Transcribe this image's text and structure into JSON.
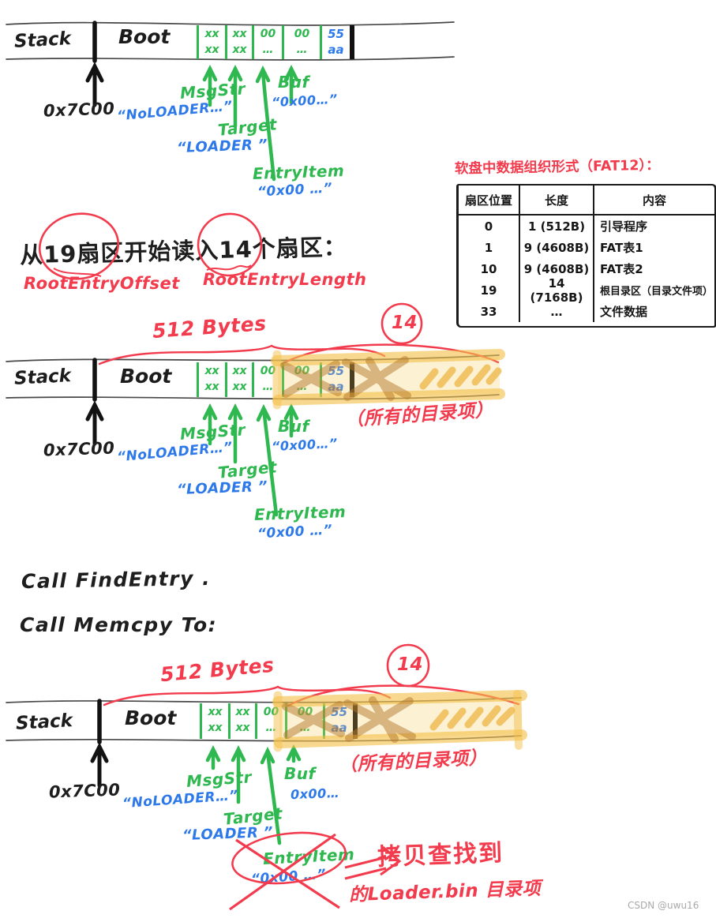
{
  "page": {
    "watermark": "CSDN @uwu16"
  },
  "colors": {
    "green": "#2eb84f",
    "blue": "#2d79ea",
    "red": "#f23b4d",
    "highlight": "#f4c04a",
    "brown": "#b5792c",
    "ink": "#1e1e1e"
  },
  "band": {
    "stack_label": "Stack",
    "boot_label": "Boot",
    "origin_label": "0x7C00",
    "cells": [
      [
        "xx",
        "xx"
      ],
      [
        "xx",
        "xx"
      ],
      [
        "00",
        "…"
      ],
      [
        "00",
        "…"
      ],
      [
        "55",
        "aa"
      ]
    ]
  },
  "annotations": {
    "msgstr_label": "MsgStr",
    "msgstr_value": "“NoLOADER…”",
    "target_label": "Target",
    "target_value": "“LOADER ”",
    "buf_label": "Buf",
    "buf_value": "“0x00…”",
    "buf_value_plain": "0x00…",
    "entry_label": "EntryItem",
    "entry_value": "“0x00 …”"
  },
  "notes": {
    "read_sectors": "从19扇区开始读入14个扇区：",
    "root_entry_offset": "RootEntryOffset",
    "root_entry_length": "RootEntryLength",
    "bytes_512": "512 Bytes",
    "count_14": "14",
    "all_entries": "（所有的目录项）",
    "call_find_entry": "Call FindEntry .",
    "call_memcpy": "Call Memcpy To:",
    "copy_found_1": "拷贝查找到",
    "copy_found_2": "的Loader.bin 目录项"
  },
  "table": {
    "title": "软盘中数据组织形式（FAT12）：",
    "headers": [
      "扇区位置",
      "长度",
      "内容"
    ],
    "rows": [
      [
        "0",
        "1 (512B)",
        "引导程序"
      ],
      [
        "1",
        "9 (4608B)",
        "FAT表1"
      ],
      [
        "10",
        "9 (4608B)",
        "FAT表2"
      ],
      [
        "19",
        "14 (7168B)",
        "根目录区（目录文件项）"
      ],
      [
        "33",
        "…",
        "文件数据"
      ]
    ]
  }
}
